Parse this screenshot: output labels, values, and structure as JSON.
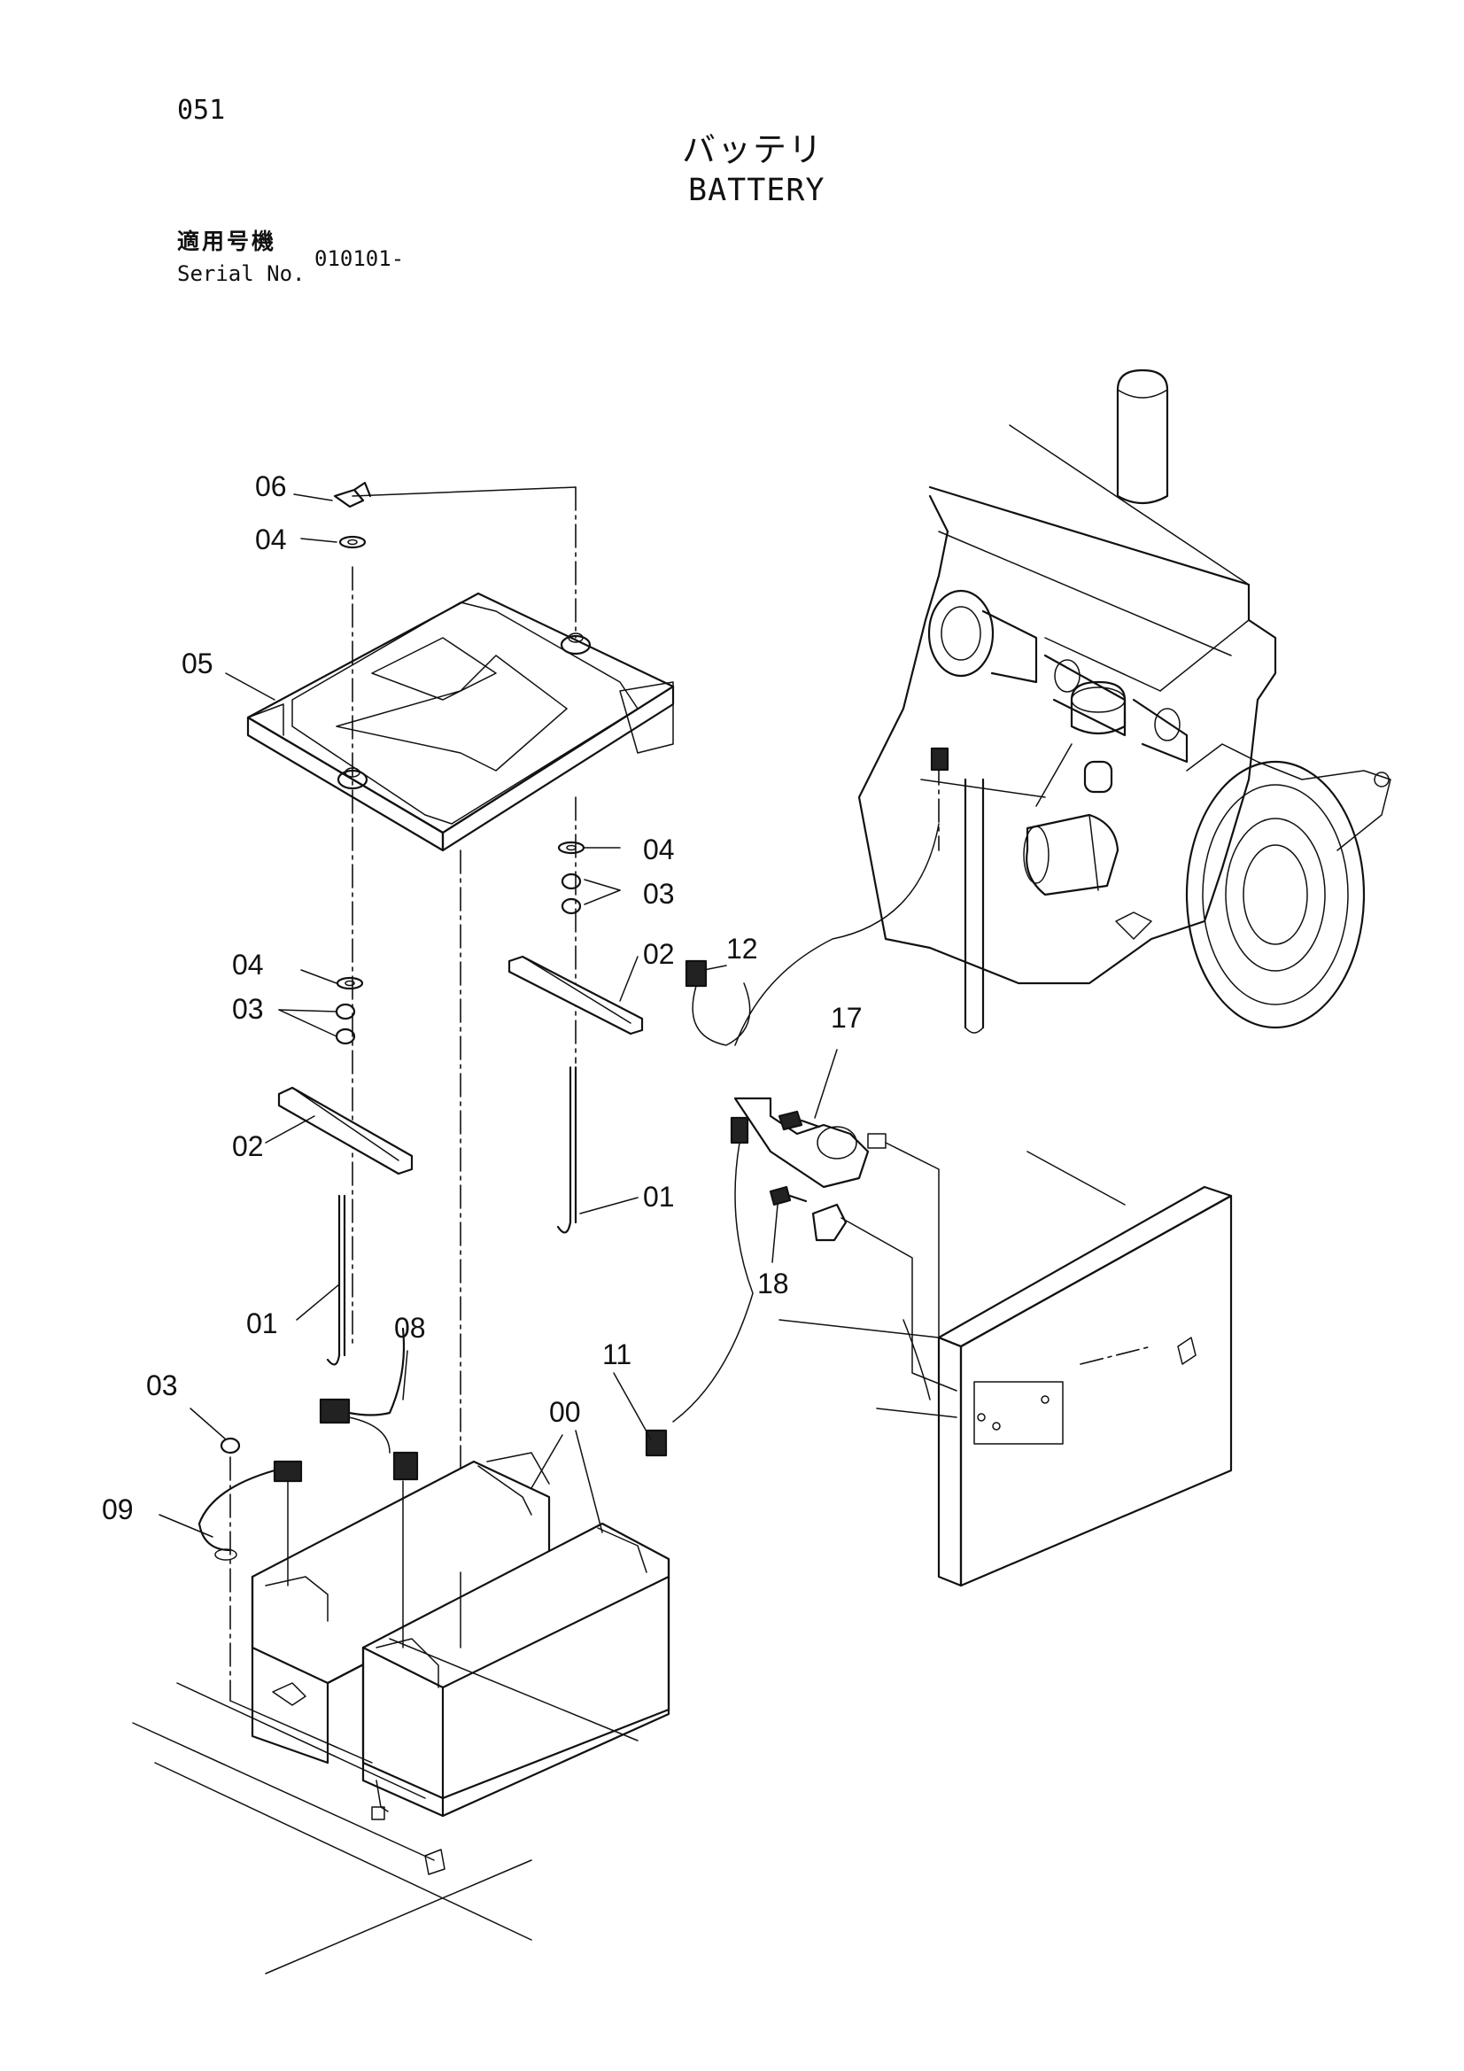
{
  "page": {
    "number": "051",
    "title_jp": "バッテリ",
    "title_en": "BATTERY"
  },
  "serial": {
    "label_jp": "適用号機",
    "label_en": "Serial No.",
    "value": "010101-"
  },
  "callouts": [
    {
      "id": "06",
      "label": "06"
    },
    {
      "id": "04-top",
      "label": "04"
    },
    {
      "id": "05",
      "label": "05"
    },
    {
      "id": "04-right",
      "label": "04"
    },
    {
      "id": "03-right",
      "label": "03"
    },
    {
      "id": "02-right",
      "label": "02"
    },
    {
      "id": "04-left",
      "label": "04"
    },
    {
      "id": "03-left",
      "label": "03"
    },
    {
      "id": "02-left",
      "label": "02"
    },
    {
      "id": "01-right",
      "label": "01"
    },
    {
      "id": "01-left",
      "label": "01"
    },
    {
      "id": "08",
      "label": "08"
    },
    {
      "id": "03-bottom",
      "label": "03"
    },
    {
      "id": "09",
      "label": "09"
    },
    {
      "id": "00",
      "label": "00"
    },
    {
      "id": "11",
      "label": "11"
    },
    {
      "id": "12",
      "label": "12"
    },
    {
      "id": "17",
      "label": "17"
    },
    {
      "id": "18",
      "label": "18"
    }
  ]
}
